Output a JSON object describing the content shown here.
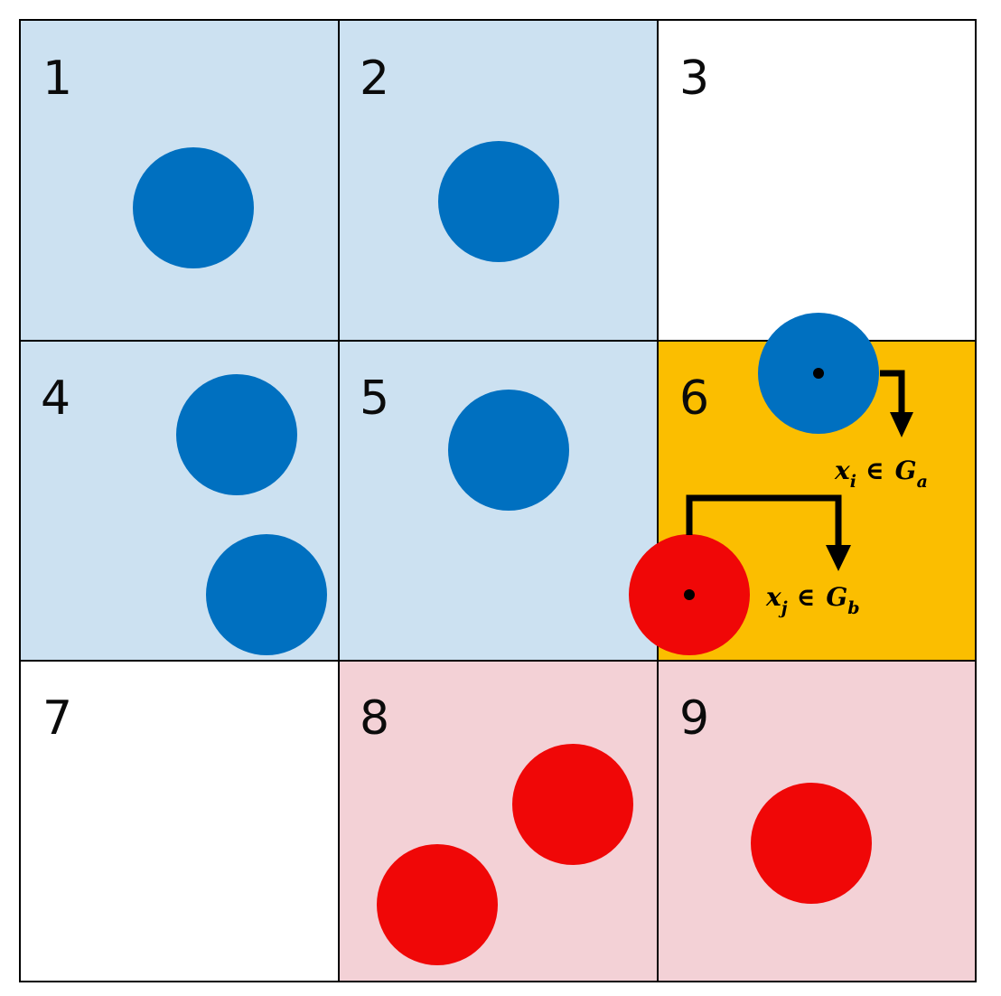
{
  "colors": {
    "blue_region": "#cce1f1",
    "red_region": "#f3d1d6",
    "highlight_cell": "#fbbe00",
    "blue_point": "#0070c0",
    "red_point": "#f00707",
    "grid_line": "#000000"
  },
  "grid": {
    "cells": [
      {
        "label": "1",
        "region": "blue"
      },
      {
        "label": "2",
        "region": "blue"
      },
      {
        "label": "3",
        "region": "none"
      },
      {
        "label": "4",
        "region": "blue"
      },
      {
        "label": "5",
        "region": "blue"
      },
      {
        "label": "6",
        "region": "highlight"
      },
      {
        "label": "7",
        "region": "none"
      },
      {
        "label": "8",
        "region": "red"
      },
      {
        "label": "9",
        "region": "red"
      }
    ]
  },
  "annotations": {
    "xi": {
      "base": "x",
      "sub": "i",
      "rel": "∈",
      "set": "G",
      "set_sub": "a"
    },
    "xj": {
      "base": "x",
      "sub": "j",
      "rel": "∈",
      "set": "G",
      "set_sub": "b"
    }
  }
}
